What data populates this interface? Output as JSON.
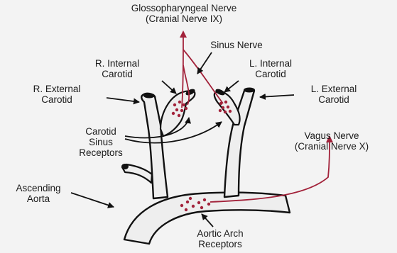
{
  "colors": {
    "background": "#f3f3f3",
    "vessel_fill": "#eeeeee",
    "vessel_stroke": "#111111",
    "nerve": "#a2223a",
    "receptor": "#a2223a",
    "pointer": "#111111"
  },
  "labels": {
    "glossopharyngeal": [
      "Glossopharyngeal Nerve",
      "(Cranial Nerve IX)"
    ],
    "sinus_nerve": [
      "Sinus Nerve"
    ],
    "r_internal": [
      "R. Internal",
      "Carotid"
    ],
    "l_internal": [
      "L. Internal",
      "Carotid"
    ],
    "r_external": [
      "R. External",
      "Carotid"
    ],
    "l_external": [
      "L. External",
      "Carotid"
    ],
    "carotid_sinus": [
      "Carotid",
      "Sinus",
      "Receptors"
    ],
    "vagus": [
      "Vagus Nerve",
      "(Cranial Nerve X)"
    ],
    "ascending_aorta": [
      "Ascending",
      "Aorta"
    ],
    "aortic_arch": [
      "Aortic Arch",
      "Receptors"
    ]
  }
}
